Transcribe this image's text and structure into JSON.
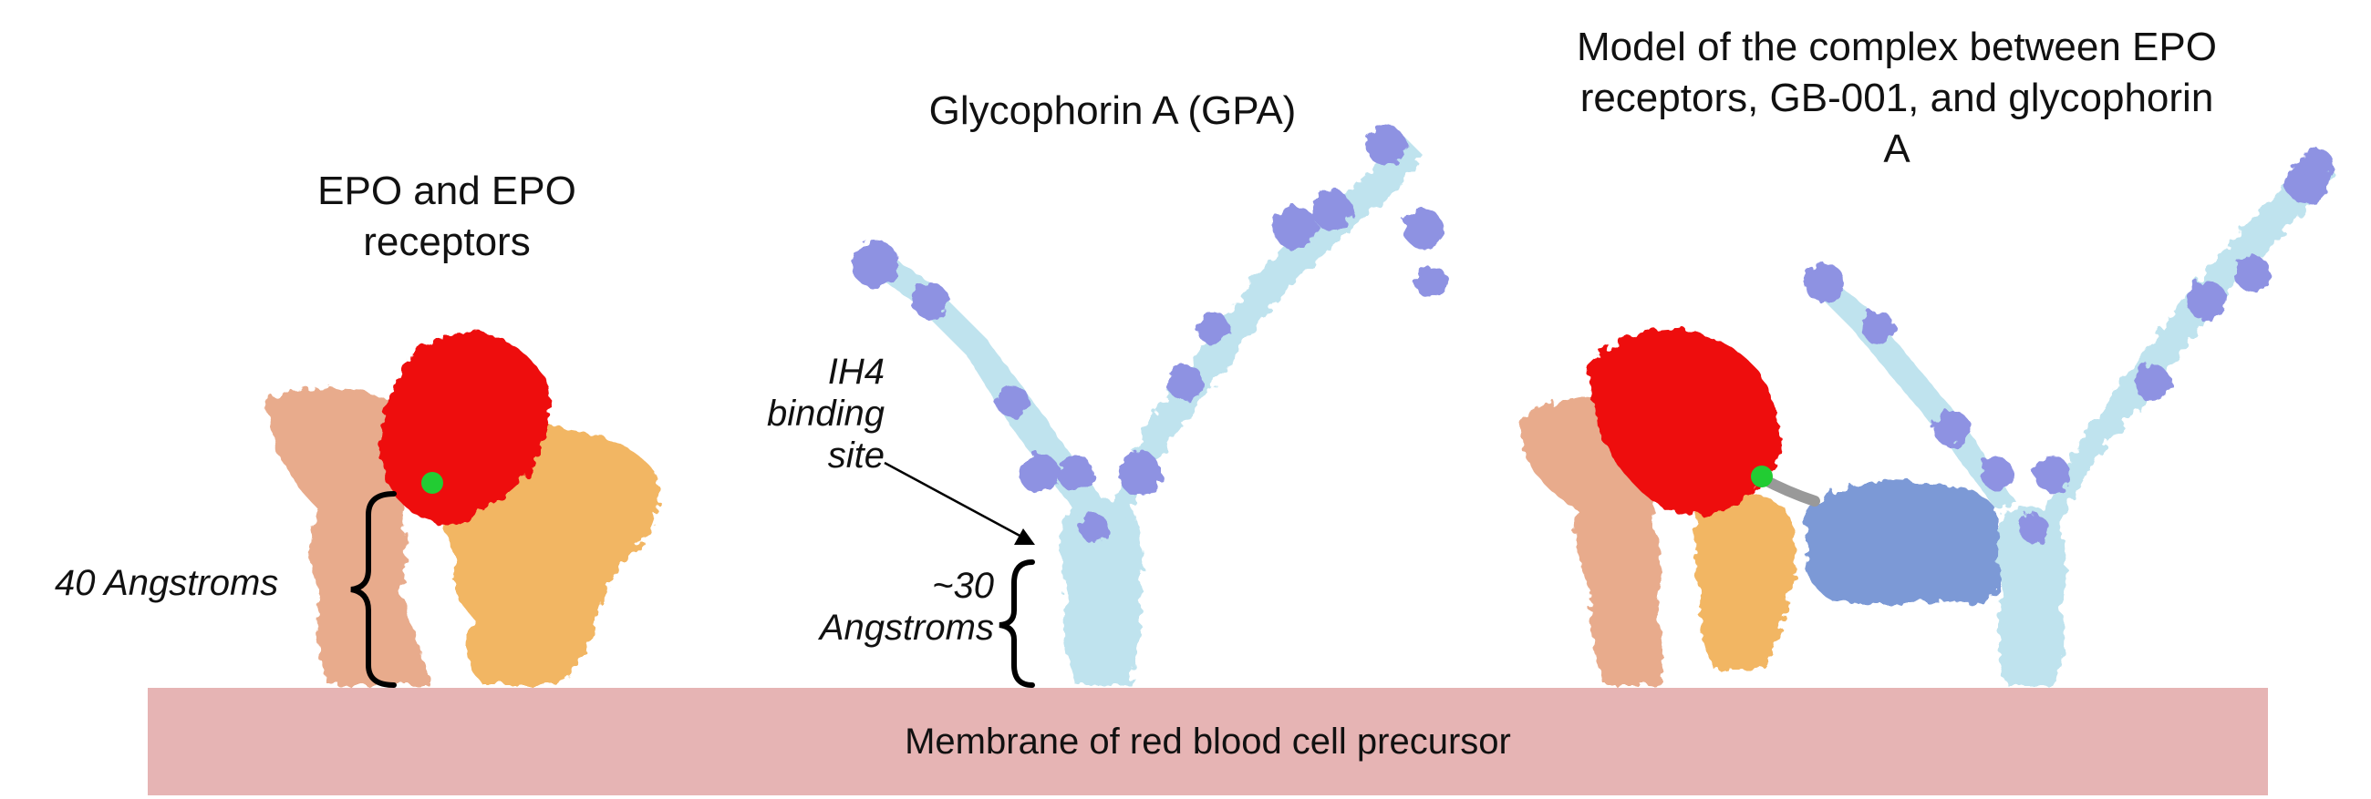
{
  "titles": {
    "epo": "EPO and EPO receptors",
    "gpa": "Glycophorin A (GPA)",
    "complex": "Model of the complex between EPO receptors, GB-001, and glycophorin A"
  },
  "labels": {
    "epo_distance": "40 Angstroms",
    "gpa_distance": "~30 Angstroms",
    "ih4_site": "IH4 binding site"
  },
  "membrane": {
    "label": "Membrane of red blood cell precursor"
  },
  "colors": {
    "epo_receptor_a": "#e8ab8c",
    "epo_receptor_b": "#f2b664",
    "epo": "#ee1111",
    "gb001": "#22cc33",
    "gpa_light": "#bfe3ee",
    "gpa_dark": "#8e92e2",
    "antibody": "#7b99d6",
    "membrane": "#e6b4b4"
  }
}
